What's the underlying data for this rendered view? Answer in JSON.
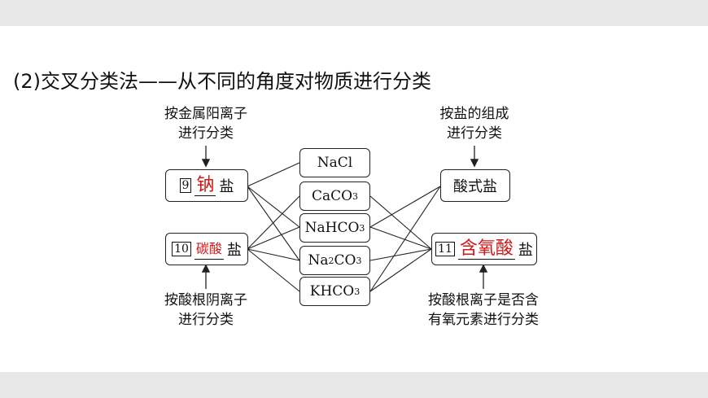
{
  "heading": "(2)交叉分类法——从不同的角度对物质进行分类",
  "left_top_caption": [
    "按金属阳离子",
    "进行分类"
  ],
  "left_bottom_caption": [
    "按酸根阴离子",
    "进行分类"
  ],
  "right_top_caption": [
    "按盐的组成",
    "进行分类"
  ],
  "right_bottom_caption": [
    "按酸根离子是否含",
    "有氧元素进行分类"
  ],
  "left_boxes": [
    {
      "num": "9",
      "answer": "钠",
      "suffix": "盐"
    },
    {
      "num": "10",
      "answer": "碳酸",
      "suffix": "盐"
    }
  ],
  "right_boxes": [
    {
      "label": "酸式盐"
    },
    {
      "num": "11",
      "answer": "含氧酸",
      "suffix": "盐"
    }
  ],
  "compounds": [
    {
      "base": "NaCl",
      "sub": "",
      "tail": ""
    },
    {
      "base": "CaCO",
      "sub": "3",
      "tail": ""
    },
    {
      "base": "NaHCO",
      "sub": "3",
      "tail": ""
    },
    {
      "base": "Na",
      "sub": "2",
      "tail": "CO",
      "sub2": "3"
    },
    {
      "base": "KHCO",
      "sub": "3",
      "tail": ""
    }
  ],
  "colors": {
    "answer": "#d01818",
    "line": "#222222",
    "band": "#e8e8e8"
  }
}
